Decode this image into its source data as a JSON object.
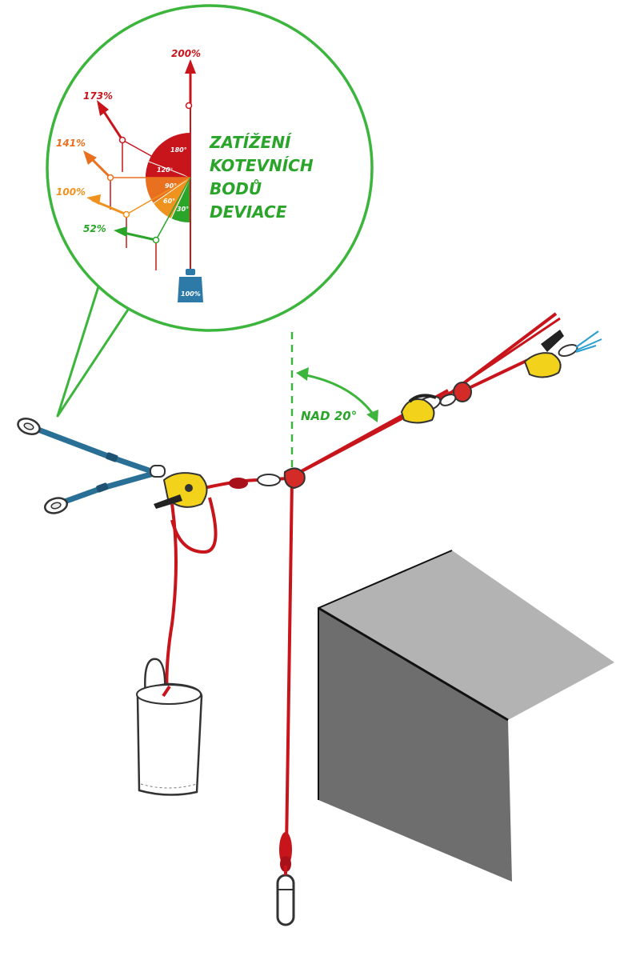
{
  "callout": {
    "title_lines": [
      "ZATÍŽENÍ",
      "KOTEVNÍCH",
      "BODŮ",
      "DEVIACE"
    ],
    "title_color": "#2aa52a",
    "circle_color": "#3cb53c"
  },
  "forces": [
    {
      "angle_deg": 180,
      "angle_label": "180°",
      "load_label": "200%",
      "color": "#c8151b"
    },
    {
      "angle_deg": 120,
      "angle_label": "120°",
      "load_label": "173%",
      "color": "#c8151b"
    },
    {
      "angle_deg": 90,
      "angle_label": "90°",
      "load_label": "141%",
      "color": "#e9701e"
    },
    {
      "angle_deg": 60,
      "angle_label": "60°",
      "load_label": "100%",
      "color": "#f0921e"
    },
    {
      "angle_deg": 30,
      "angle_label": "30°",
      "load_label": "52%",
      "color": "#2aa52a"
    }
  ],
  "weight_label": "100%",
  "deviation_label": "NAD 20°",
  "colors": {
    "rope": "#c8151b",
    "sling": "#2a6f96",
    "device": "#f2d21b",
    "wall_top": "#b3b3b3",
    "wall_side": "#6e6e6e",
    "green": "#3cb53c",
    "weight": "#2d79a8"
  }
}
